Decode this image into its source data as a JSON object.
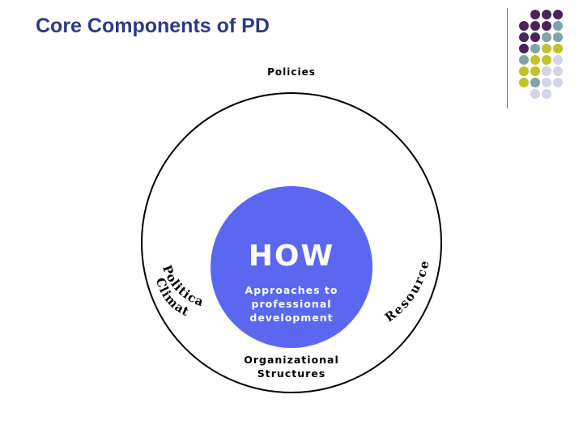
{
  "slide": {
    "title": "Core Components of PD"
  },
  "diagram": {
    "outer_label": "Policies",
    "center_heading": "HOW",
    "center_text": "Approaches to professional development",
    "bottom_label": "Organizational Structures",
    "left_arc_line1": "Political",
    "left_arc_line2": "Climate",
    "right_arc_label": "Resources"
  },
  "colors": {
    "title": "#2b3a86",
    "center_circle": "#5b67f0",
    "dot_purple": "#4a235a",
    "dot_teal": "#7fa3a6",
    "dot_olive": "#c2c22a",
    "dot_lavender": "#d4d4e8"
  }
}
